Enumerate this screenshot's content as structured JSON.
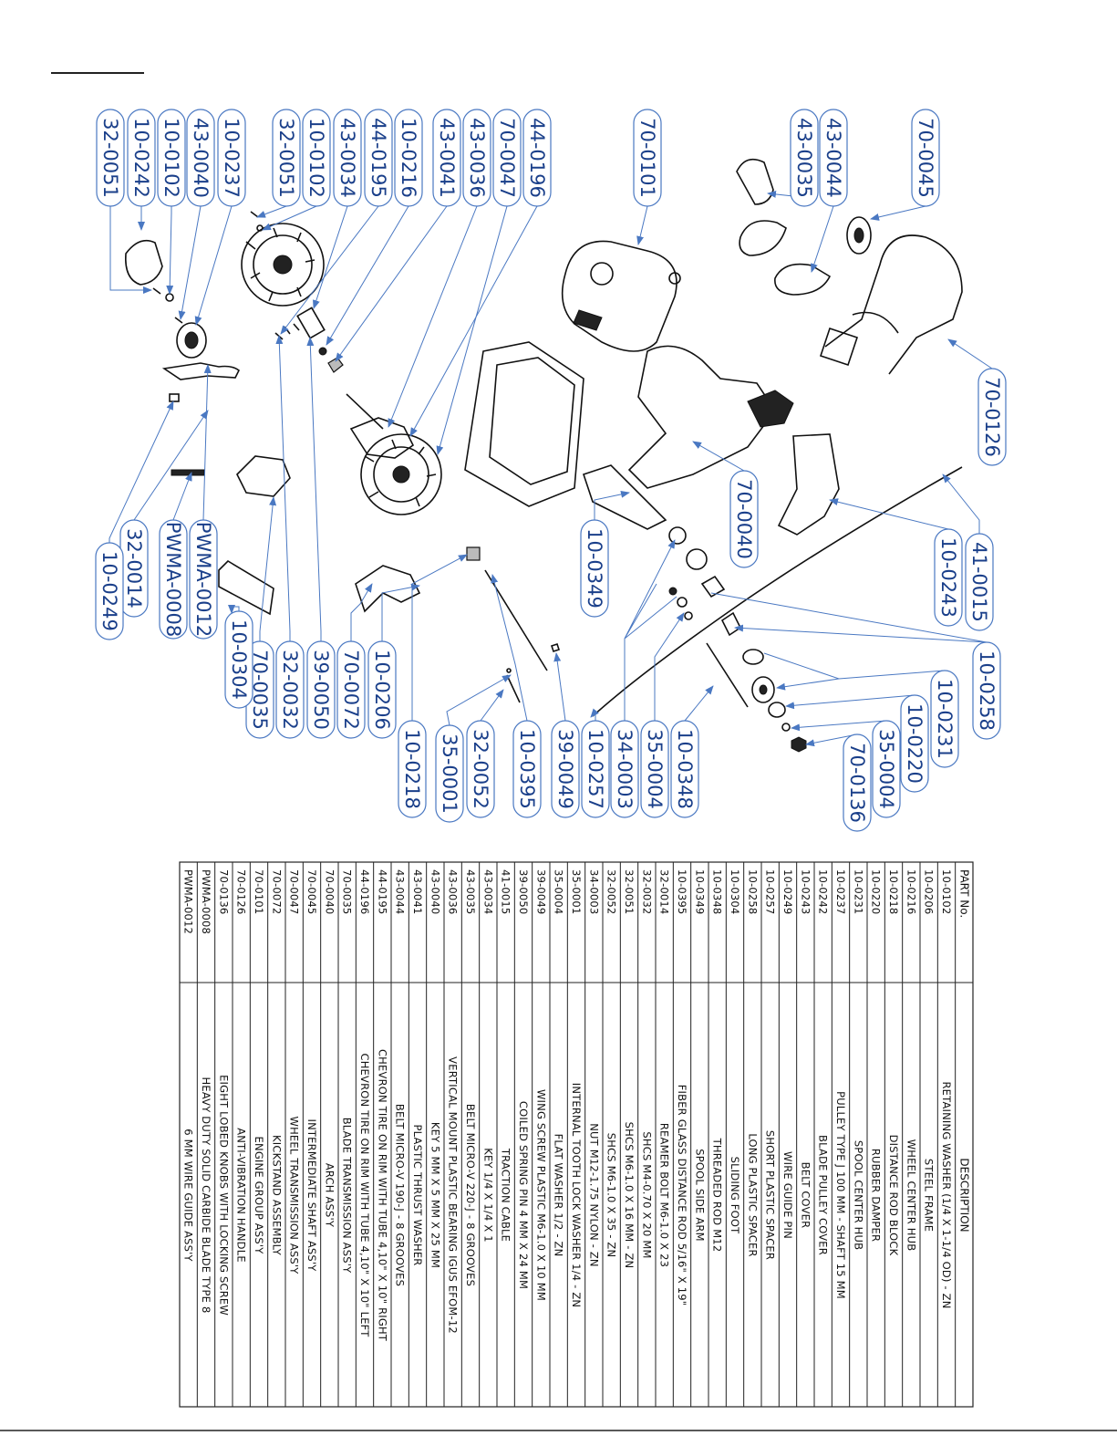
{
  "callouts": [
    {
      "label": "32-0051"
    },
    {
      "label": "10-0242"
    },
    {
      "label": "10-0102"
    },
    {
      "label": "43-0040"
    },
    {
      "label": "10-0237"
    },
    {
      "label": "32-0051"
    },
    {
      "label": "10-0102"
    },
    {
      "label": "43-0034"
    },
    {
      "label": "44-0195"
    },
    {
      "label": "10-0216"
    },
    {
      "label": "43-0041"
    },
    {
      "label": "43-0036"
    },
    {
      "label": "70-0047"
    },
    {
      "label": "44-0196"
    },
    {
      "label": "70-0101"
    },
    {
      "label": "43-0035"
    },
    {
      "label": "43-0044"
    },
    {
      "label": "70-0045"
    },
    {
      "label": "70-0126"
    },
    {
      "label": "41-0015"
    },
    {
      "label": "10-0243"
    },
    {
      "label": "70-0040"
    },
    {
      "label": "10-0349"
    },
    {
      "label": "10-0258"
    },
    {
      "label": "10-0231"
    },
    {
      "label": "10-0220"
    },
    {
      "label": "35-0004"
    },
    {
      "label": "70-0136"
    },
    {
      "label": "10-0348"
    },
    {
      "label": "35-0004"
    },
    {
      "label": "34-0003"
    },
    {
      "label": "10-0257"
    },
    {
      "label": "39-0049"
    },
    {
      "label": "10-0395"
    },
    {
      "label": "32-0052"
    },
    {
      "label": "35-0001"
    },
    {
      "label": "10-0218"
    },
    {
      "label": "10-0206"
    },
    {
      "label": "70-0072"
    },
    {
      "label": "39-0050"
    },
    {
      "label": "32-0032"
    },
    {
      "label": "70-0035"
    },
    {
      "label": "10-0304"
    },
    {
      "label": "PWMA-0012"
    },
    {
      "label": "PWMA-0008"
    },
    {
      "label": "32-0014"
    },
    {
      "label": "10-0249"
    }
  ],
  "parts_table": {
    "header_part": "PART No.",
    "header_desc": "DESCRIPTION",
    "rows": [
      {
        "part": "10-0102",
        "desc": "RETAINING WASHER (1/4 X 1-1/4 OD) - ZN"
      },
      {
        "part": "10-0206",
        "desc": "STEEL FRAME"
      },
      {
        "part": "10-0216",
        "desc": "WHEEL CENTER HUB"
      },
      {
        "part": "10-0218",
        "desc": "DISTANCE ROD BLOCK"
      },
      {
        "part": "10-0220",
        "desc": "RUBBER DAMPER"
      },
      {
        "part": "10-0231",
        "desc": "SPOOL CENTER HUB"
      },
      {
        "part": "10-0237",
        "desc": "PULLEY TYPE J 100 MM - SHAFT 15 MM"
      },
      {
        "part": "10-0242",
        "desc": "BLADE PULLEY COVER"
      },
      {
        "part": "10-0243",
        "desc": "BELT COVER"
      },
      {
        "part": "10-0249",
        "desc": "WIRE GUIDE PIN"
      },
      {
        "part": "10-0257",
        "desc": "SHORT PLASTIC SPACER"
      },
      {
        "part": "10-0258",
        "desc": "LONG PLASTIC SPACER"
      },
      {
        "part": "10-0304",
        "desc": "SLIDING FOOT"
      },
      {
        "part": "10-0348",
        "desc": "THREADED ROD M12"
      },
      {
        "part": "10-0349",
        "desc": "SPOOL SIDE ARM"
      },
      {
        "part": "10-0395",
        "desc": "FIBER GLASS DISTANCE ROD 5/16\" X 19\""
      },
      {
        "part": "32-0014",
        "desc": "REAMER BOLT M6-1.0 X 23"
      },
      {
        "part": "32-0032",
        "desc": "SHCS M4-0.70 X 20 MM"
      },
      {
        "part": "32-0051",
        "desc": "SHCS M6-1.0 X 16 MM - ZN"
      },
      {
        "part": "32-0052",
        "desc": "SHCS M6-1.0 X 35 - ZN"
      },
      {
        "part": "34-0003",
        "desc": "NUT M12-1.75 NYLON - ZN"
      },
      {
        "part": "35-0001",
        "desc": "INTERNAL TOOTH LOCK WASHER 1/4 - ZN"
      },
      {
        "part": "35-0004",
        "desc": "FLAT WASHER 1/2 - ZN"
      },
      {
        "part": "39-0049",
        "desc": "WING SCREW PLASTIC M6-1.0 X 10 MM"
      },
      {
        "part": "39-0050",
        "desc": "COILED SPRING PIN 4 MM X 24 MM"
      },
      {
        "part": "41-0015",
        "desc": "TRACTION CABLE"
      },
      {
        "part": "43-0034",
        "desc": "KEY 1/4 X 1/4 X 1"
      },
      {
        "part": "43-0035",
        "desc": "BELT MICRO-V 220-J - 8 GROOVES"
      },
      {
        "part": "43-0036",
        "desc": "VERTICAL MOUNT PLASTIC BEARING IGUS EFOM-12"
      },
      {
        "part": "43-0040",
        "desc": "KEY 5 MM X 5 MM X 25 MM"
      },
      {
        "part": "43-0041",
        "desc": "PLASTIC THRUST WASHER"
      },
      {
        "part": "43-0044",
        "desc": "BELT MICRO-V 190-J - 8 GROOVES"
      },
      {
        "part": "44-0195",
        "desc": "CHEVRON TIRE ON RIM WITH TUBE 4,10\" X 10\" RIGHT"
      },
      {
        "part": "44-0196",
        "desc": "CHEVRON TIRE ON RIM WITH TUBE 4,10\" X 10\" LEFT"
      },
      {
        "part": "70-0035",
        "desc": "BLADE TRANSMISSION ASS'Y"
      },
      {
        "part": "70-0040",
        "desc": "ARCH ASS'Y"
      },
      {
        "part": "70-0045",
        "desc": "INTERMEDIATE SHAFT ASS'Y"
      },
      {
        "part": "70-0047",
        "desc": "WHEEL TRANSMISSION ASS'Y"
      },
      {
        "part": "70-0072",
        "desc": "KICKSTAND ASSEMBLY"
      },
      {
        "part": "70-0101",
        "desc": "ENGINE GROUP ASS'Y"
      },
      {
        "part": "70-0126",
        "desc": "ANTI-VIBRATION HANDLE"
      },
      {
        "part": "70-0136",
        "desc": "EIGHT LOBED KNOBS WITH LOCKING SCREW"
      },
      {
        "part": "PWMA-0008",
        "desc": "HEAVY DUTY SOLID CARBIDE BLADE TYPE 8"
      },
      {
        "part": "PWMA-0012",
        "desc": "6 MM WIRE GUIDE ASS'Y"
      }
    ]
  }
}
